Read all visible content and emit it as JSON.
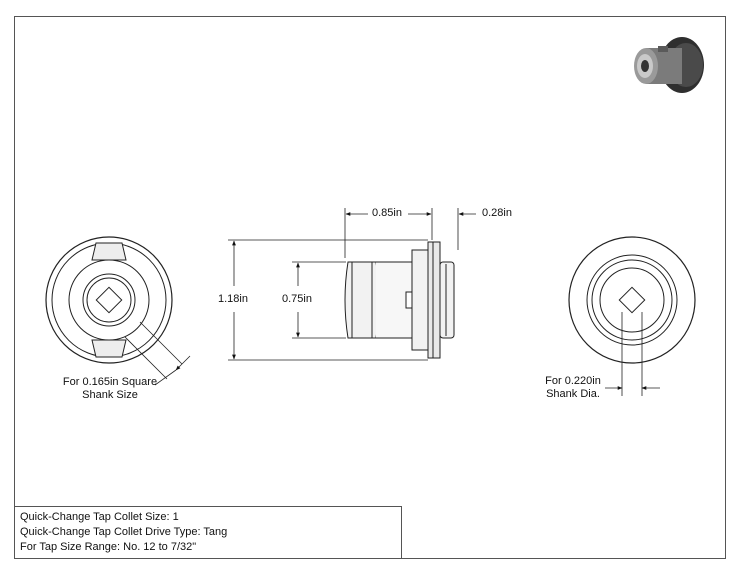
{
  "specs": [
    "Quick-Change Tap Collet Size: 1",
    "Quick-Change Tap Collet Drive Type: Tang",
    "For Tap Size Range: No. 12 to 7/32\""
  ],
  "dimensions": {
    "flange_width": "0.85in",
    "pilot_length": "0.28in",
    "overall_diameter": "1.18in",
    "body_diameter": "0.75in"
  },
  "notes": {
    "square_shank_line1": "For 0.165in Square",
    "square_shank_line2": "Shank Size",
    "shank_dia_line1": "For 0.220in",
    "shank_dia_line2": "Shank Dia."
  }
}
